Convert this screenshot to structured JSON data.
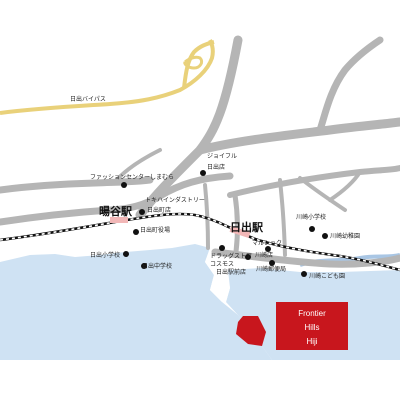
{
  "map": {
    "stations": [
      "暘谷駅",
      "日出駅"
    ],
    "road_label": "日出バイパス",
    "places": [
      "ファッションセンターしまむら",
      "ジョイフル",
      "日出店",
      "トキハインダストリー",
      "日出町店",
      "日出町役場",
      "日出小学校",
      "日出中学校",
      "ドラッグストア",
      "コスモス",
      "日出駅前店",
      "マルショク",
      "川崎店",
      "川崎郵便局",
      "川崎小学校",
      "川崎幼稚園",
      "川崎こども園"
    ],
    "destination": [
      "Frontier",
      "Hills",
      "Hiji"
    ],
    "colors": {
      "sea": "#cfe2f3",
      "road": "#b5b5b5",
      "bypass": "#e9d17a",
      "river": "#a9c6e4",
      "station_marker": "#f2b7b7",
      "destination": "#c8161d"
    }
  }
}
